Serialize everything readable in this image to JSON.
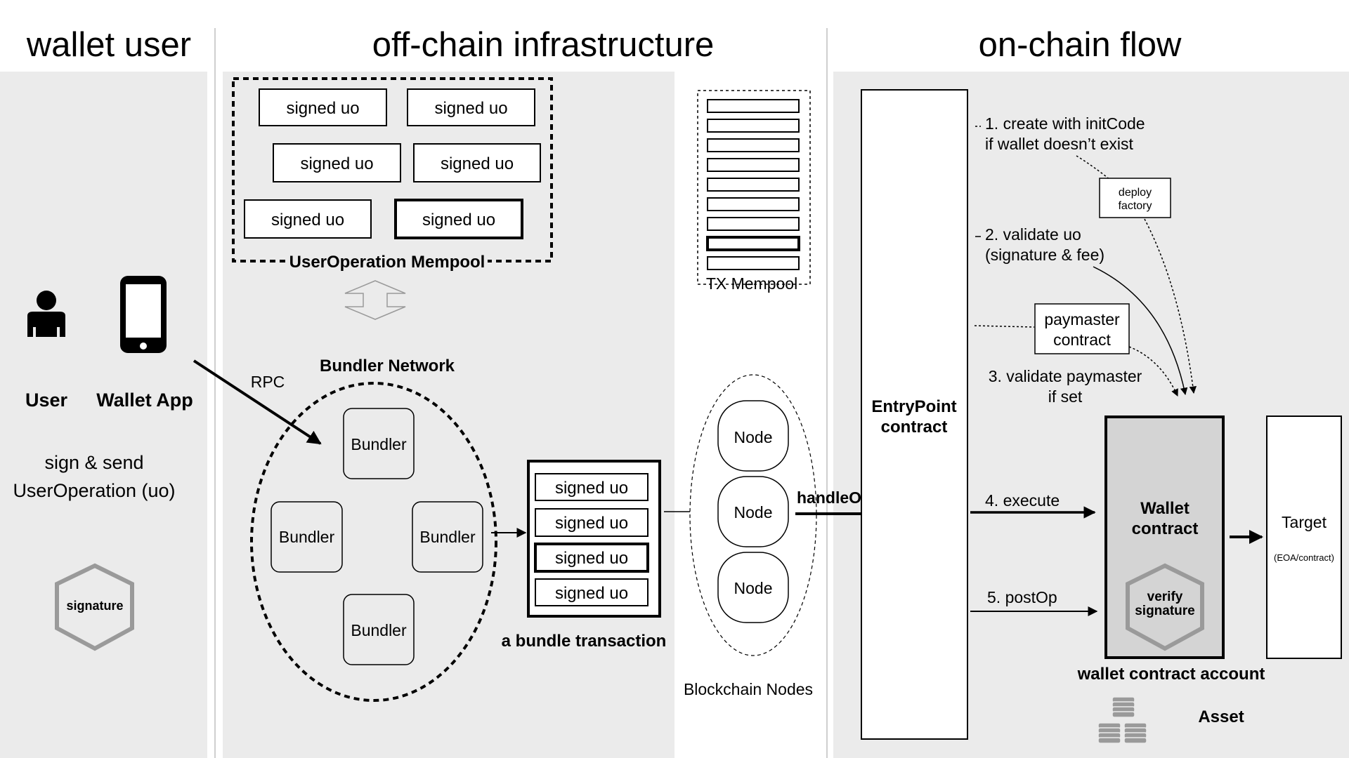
{
  "sections": {
    "wallet_user": "wallet user",
    "off_chain": "off-chain infrastructure",
    "on_chain": "on-chain flow"
  },
  "wallet_user": {
    "user_label": "User",
    "wallet_app_label": "Wallet App",
    "instruction_line1": "sign & send",
    "instruction_line2": "UserOperation (uo)",
    "signature_label": "signature"
  },
  "mempool": {
    "items": [
      "signed uo",
      "signed uo",
      "signed uo",
      "signed uo",
      "signed uo",
      "signed uo"
    ],
    "label": "UserOperation Mempool"
  },
  "rpc_label": "RPC",
  "bundler_network": {
    "title": "Bundler Network",
    "bundlers": [
      "Bundler",
      "Bundler",
      "Bundler",
      "Bundler"
    ]
  },
  "bundle": {
    "items": [
      "signed uo",
      "signed uo",
      "signed uo",
      "signed uo"
    ],
    "label": "a bundle transaction"
  },
  "tx_mempool": {
    "label": "TX Mempool"
  },
  "blockchain_nodes": {
    "nodes": [
      "Node",
      "Node",
      "Node"
    ],
    "label": "Blockchain Nodes"
  },
  "handle_ops_label": "handleOps()",
  "entrypoint": {
    "line1": "EntryPoint",
    "line2": "contract"
  },
  "steps": {
    "step1_line1": "1. create with initCode",
    "step1_line2": "if wallet doesn’t exist",
    "deploy_factory_line1": "deploy",
    "deploy_factory_line2": "factory",
    "step2_line1": "2. validate uo",
    "step2_line2": "(signature & fee)",
    "paymaster_line1": "paymaster",
    "paymaster_line2": "contract",
    "step3_line1": "3. validate paymaster",
    "step3_line2": "if set",
    "step4": "4. execute",
    "step5": "5. postOp"
  },
  "wallet_contract": {
    "line1": "Wallet",
    "line2": "contract",
    "verify_line1": "verify",
    "verify_line2": "signature",
    "account_label": "wallet contract account"
  },
  "target": {
    "label": "Target",
    "sub": "(EOA/contract)"
  },
  "asset_label": "Asset",
  "colors": {
    "panel_bg": "#ebebeb",
    "wallet_fill": "#d4d4d4",
    "stroke": "#000000",
    "icon_gray": "#9a9a9a"
  }
}
